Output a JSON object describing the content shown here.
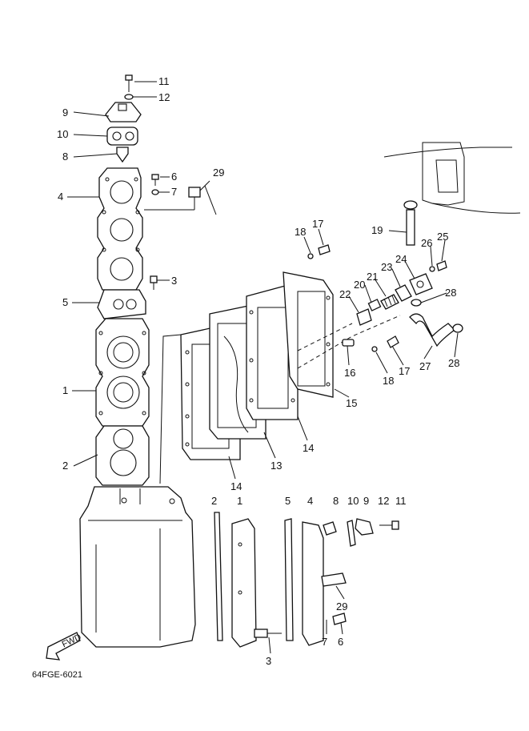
{
  "diagram": {
    "code": "64FGE-6021",
    "fwd_label": "FWD",
    "callouts": {
      "c1": "1",
      "c2": "2",
      "c3": "3",
      "c4": "4",
      "c5": "5",
      "c6": "6",
      "c7": "7",
      "c8": "8",
      "c9": "9",
      "c10": "10",
      "c11": "11",
      "c12": "12",
      "c13": "13",
      "c14": "14",
      "c15": "15",
      "c16": "16",
      "c17": "17",
      "c18": "18",
      "c19": "19",
      "c20": "20",
      "c21": "21",
      "c22": "22",
      "c23": "23",
      "c24": "24",
      "c25": "25",
      "c26": "26",
      "c27": "27",
      "c28": "28",
      "c29": "29"
    }
  }
}
